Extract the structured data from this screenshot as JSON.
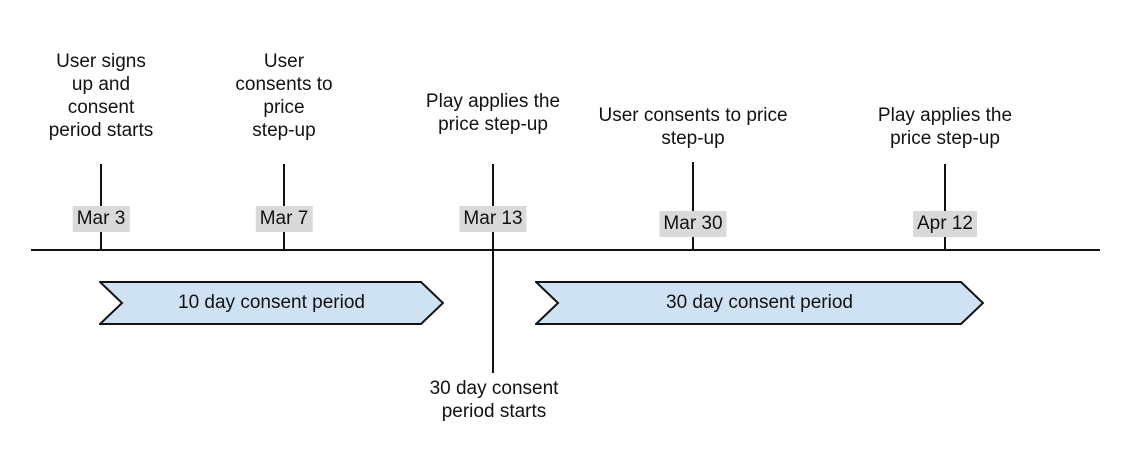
{
  "timeline": {
    "events": [
      {
        "date": "Mar 3",
        "lines": [
          "User signs",
          "up and",
          "consent",
          "period starts"
        ]
      },
      {
        "date": "Mar 7",
        "lines": [
          "User",
          "consents to",
          "price",
          "step-up"
        ]
      },
      {
        "date": "Mar 13",
        "lines": [
          "Play applies the",
          "price step-up"
        ]
      },
      {
        "date": "Mar 30",
        "lines": [
          "User consents to price",
          "step-up"
        ]
      },
      {
        "date": "Apr 12",
        "lines": [
          "Play applies the",
          "price step-up"
        ]
      }
    ],
    "periods": [
      {
        "label": "10 day consent period"
      },
      {
        "label": "30 day consent period"
      }
    ],
    "annotation": {
      "lines": [
        "30 day consent",
        "period starts"
      ]
    },
    "colors": {
      "period_banner_fill": "#cfe2f3",
      "period_banner_border": "#121212",
      "date_highlight_bg": "#d9d9d9",
      "line_color": "#121212",
      "text_color": "#121212",
      "background": "#ffffff"
    }
  }
}
